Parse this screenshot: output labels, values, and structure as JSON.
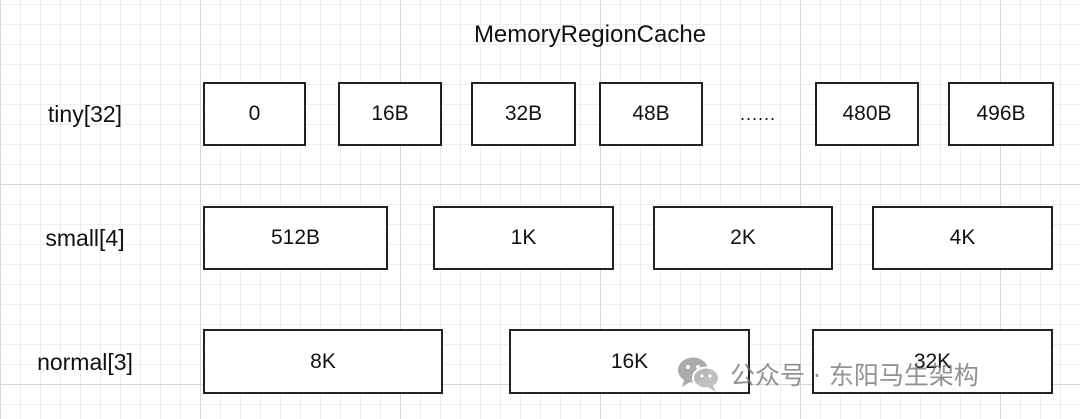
{
  "title": "MemoryRegionCache",
  "rows": {
    "tiny": {
      "label": "tiny[32]",
      "cells": [
        "0",
        "16B",
        "32B",
        "48B",
        "480B",
        "496B"
      ],
      "ellipsis": "......"
    },
    "small": {
      "label": "small[4]",
      "cells": [
        "512B",
        "1K",
        "2K",
        "4K"
      ]
    },
    "normal": {
      "label": "normal[3]",
      "cells": [
        "8K",
        "16K",
        "32K"
      ]
    }
  },
  "watermark": {
    "icon": "wechat-icon",
    "text": "公众号 · 东阳马生架构"
  }
}
